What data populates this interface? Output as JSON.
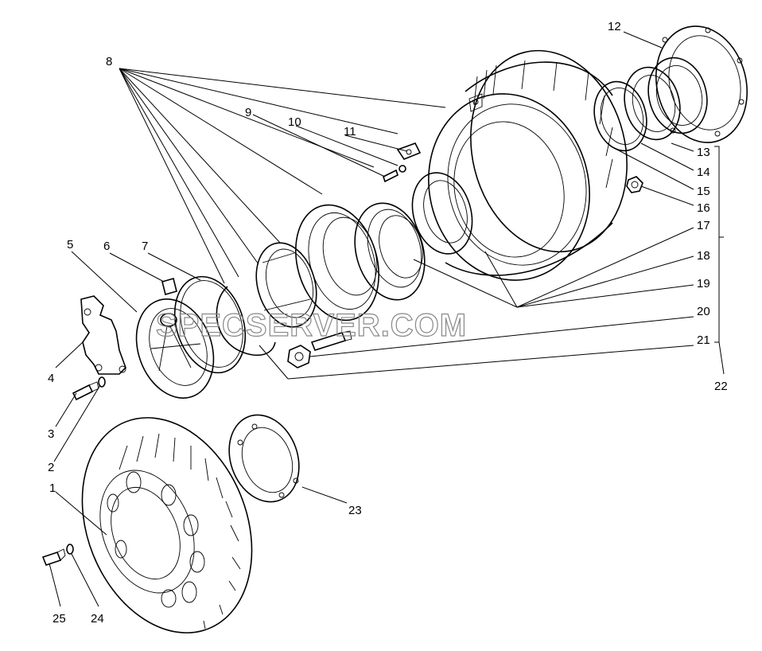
{
  "watermark": "SPECSERVER.COM",
  "callouts": [
    "1",
    "2",
    "3",
    "4",
    "5",
    "6",
    "7",
    "8",
    "9",
    "10",
    "11",
    "12",
    "13",
    "14",
    "15",
    "16",
    "17",
    "18",
    "19",
    "20",
    "21",
    "22",
    "23",
    "24",
    "25"
  ]
}
